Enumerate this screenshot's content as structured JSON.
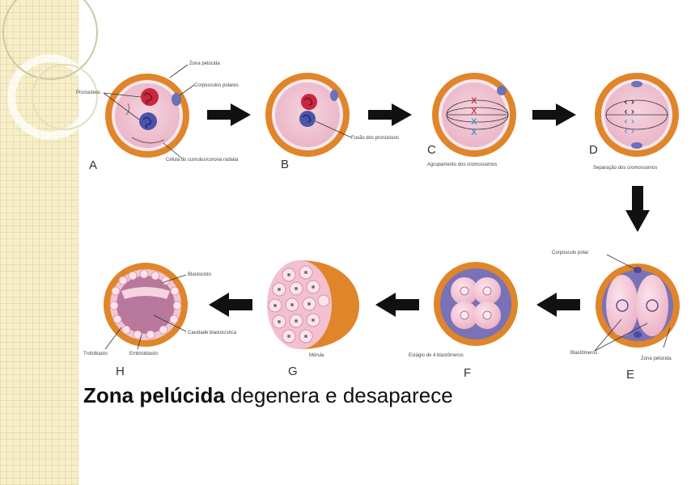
{
  "stages": [
    {
      "letter": "A"
    },
    {
      "letter": "B"
    },
    {
      "letter": "C"
    },
    {
      "letter": "D"
    },
    {
      "letter": "E"
    },
    {
      "letter": "F"
    },
    {
      "letter": "G"
    },
    {
      "letter": "H"
    }
  ],
  "labels": {
    "a_top": "Zona pelúcida",
    "a_right": "Corpúsculos polares",
    "a_left": "Pronúcleos",
    "a_bottom": "Célula do cumulus/corona radiata",
    "b_right": "Fusão dos pronúcleos",
    "c_bottom": "Agrupamento dos cromossomos",
    "d_bottom": "Separação dos cromossomos",
    "e_top": "Corpúsculo polar",
    "e_left": "Blastômeros",
    "e_right": "Zona pelúcida",
    "f_bottom": "Estágio de 4 blastômeros",
    "g_bottom": "Mórula",
    "h_top": "Blastocisto",
    "h_right": "Cavidade blastocística",
    "h_left1": "Trofoblasto",
    "h_left2": "Embrioblasto"
  },
  "caption": {
    "bold": "Zona pelúcida",
    "rest": " degenera e desaparece"
  },
  "colors": {
    "zona": "#e0852a",
    "perivitelline": "#f6e6ef",
    "cytoplasm": "#f0c3d2",
    "arrow": "#111111",
    "pronucleus_red": "#c8283f",
    "pronucleus_blue": "#4a55a8"
  }
}
